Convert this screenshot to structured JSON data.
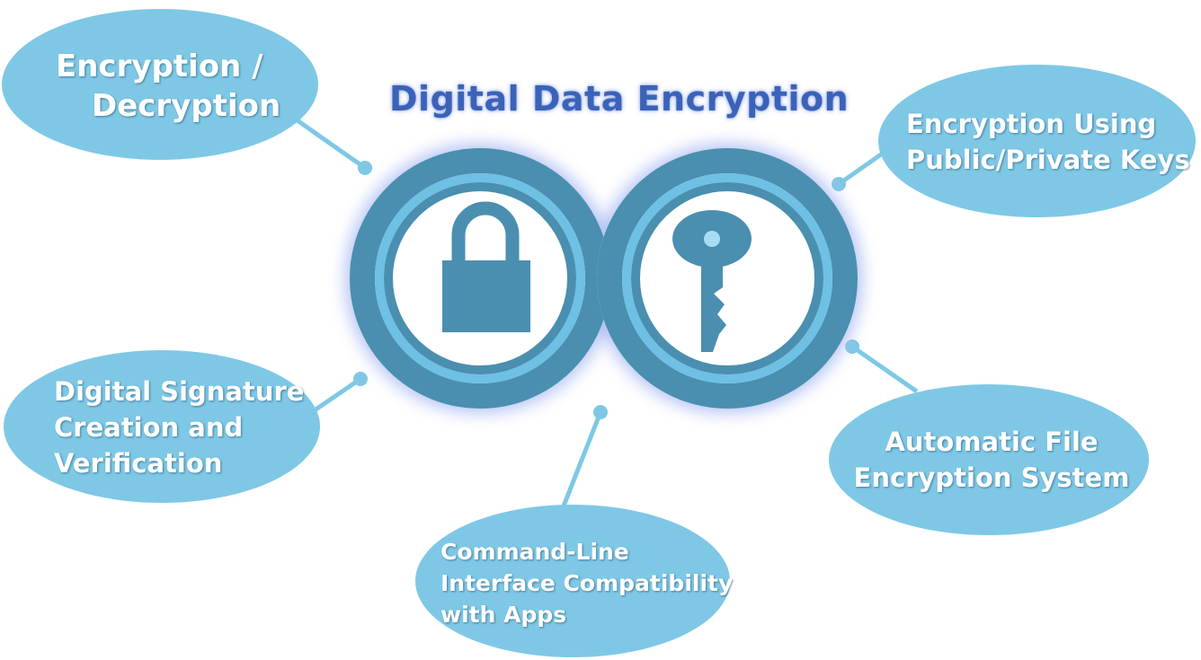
{
  "diagram": {
    "title": "Digital Data Encryption",
    "center": {
      "left_icon": "padlock-icon",
      "right_icon": "key-icon"
    },
    "nodes": [
      {
        "lines": [
          "Encryption /",
          "Decryption"
        ]
      },
      {
        "lines": [
          "Encryption Using",
          "Public/Private Keys"
        ]
      },
      {
        "lines": [
          "Digital Signature",
          "Creation and",
          "Verification"
        ]
      },
      {
        "lines": [
          "Automatic File",
          "Encryption System"
        ]
      },
      {
        "lines": [
          "Command-Line",
          "Interface Compatibility",
          "with Apps"
        ]
      }
    ]
  },
  "colors": {
    "bubble": "#7ec8e6",
    "connector": "#7ec8e6",
    "ring_dark": "#4a8fb0",
    "ring_light": "#6ec0e4",
    "title": "#3a63b8",
    "glow": "#a8b8f2"
  }
}
